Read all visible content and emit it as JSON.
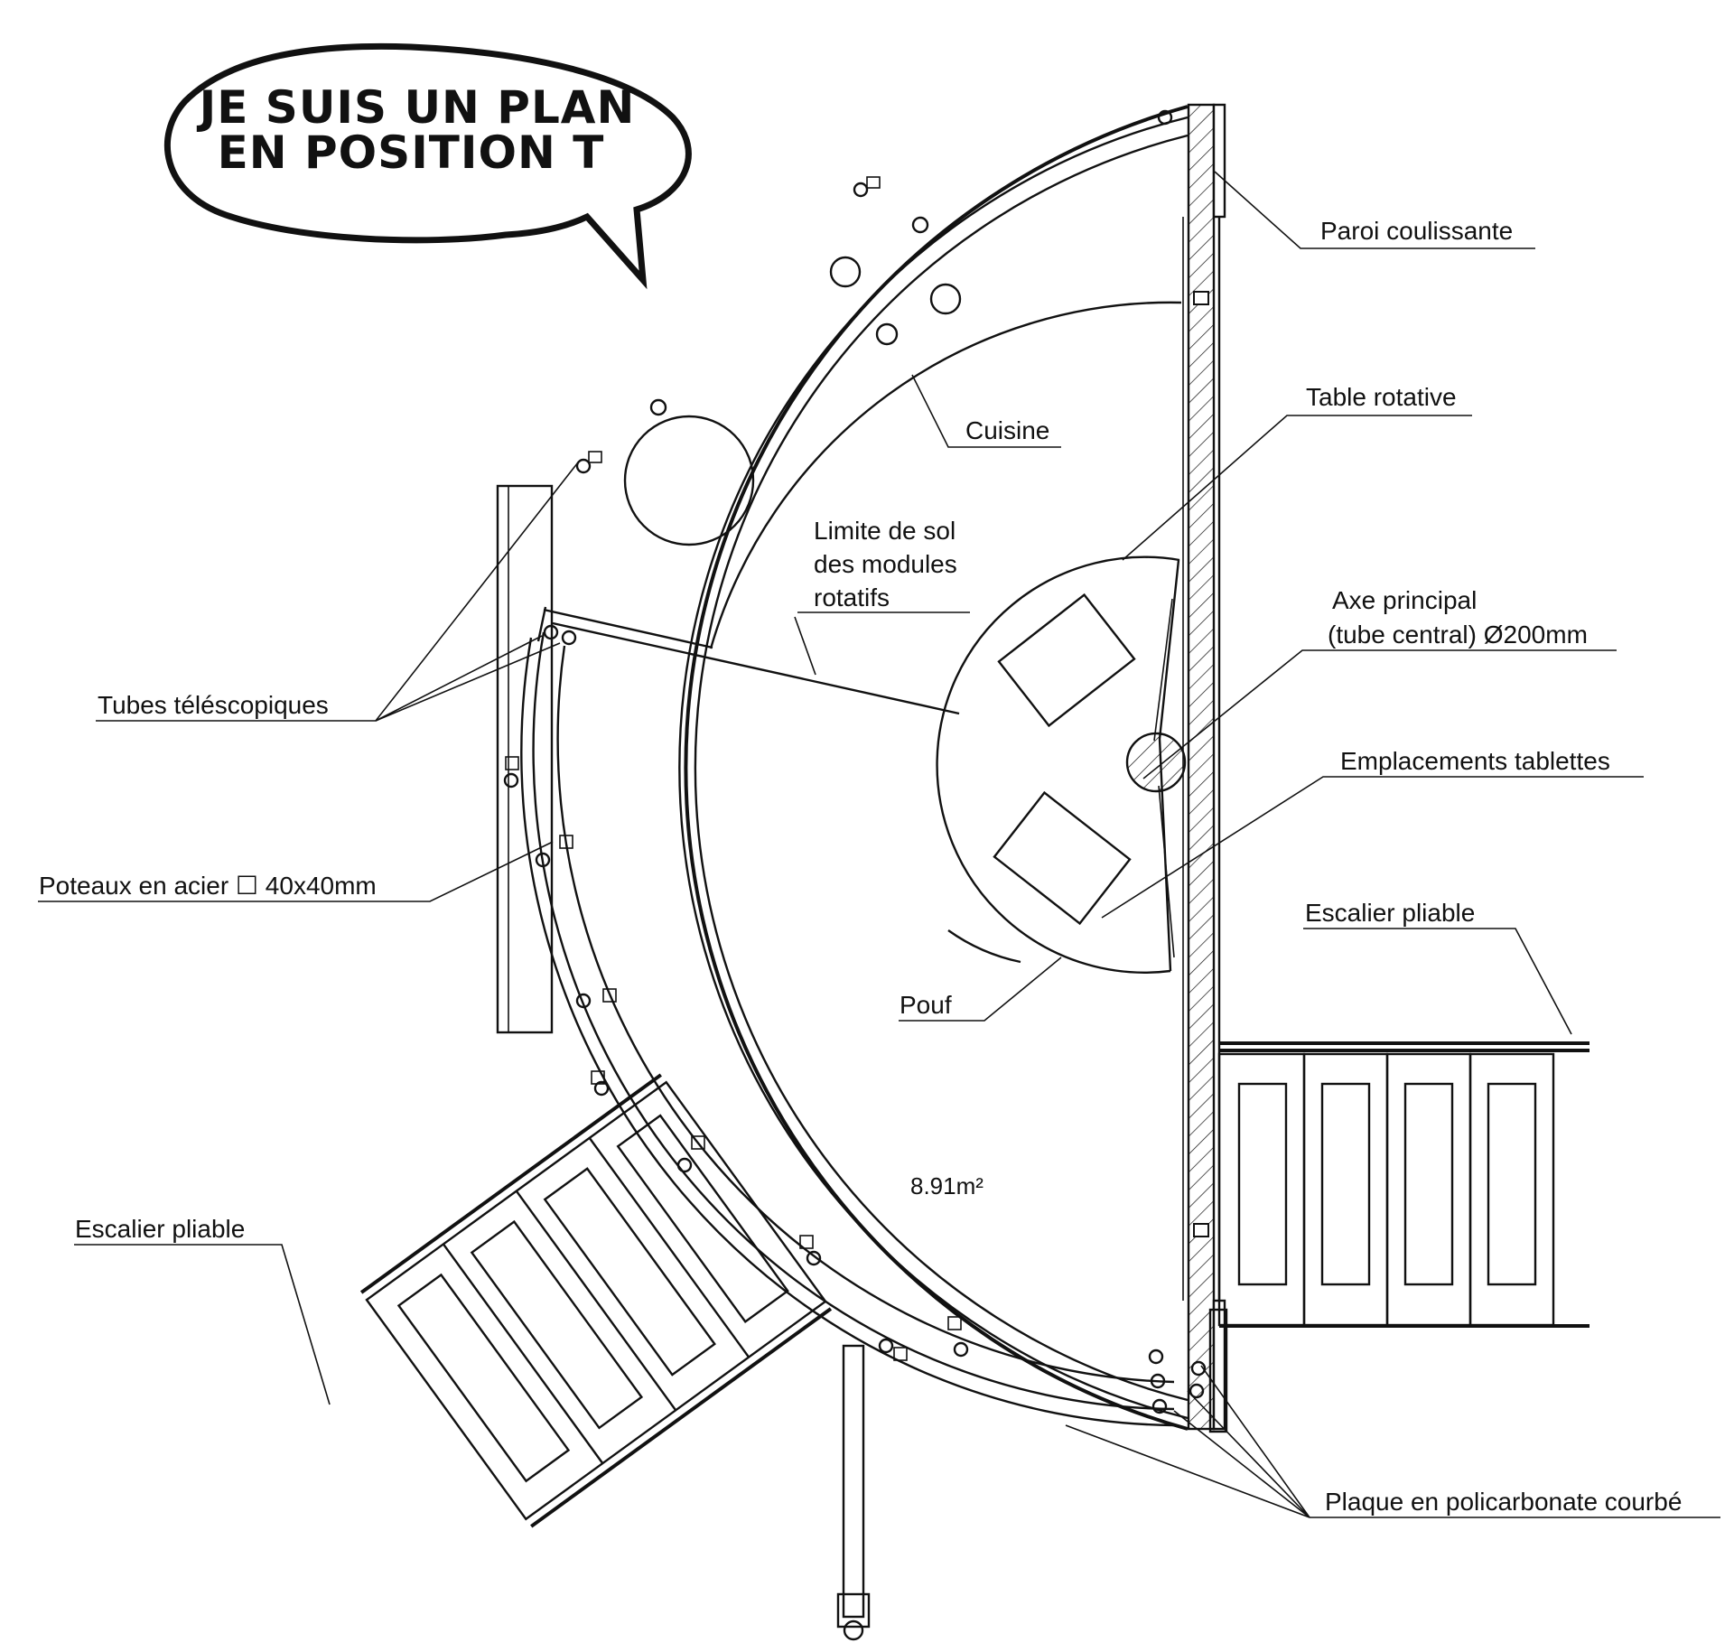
{
  "bubble": {
    "line1": "JE SUIS UN PLAN",
    "line2": "EN POSITION T"
  },
  "labels": {
    "paroi": "Paroi coulissante",
    "table": "Table rotative",
    "cuisine": "Cuisine",
    "limite1": "Limite de sol",
    "limite2": "des modules",
    "limite3": "rotatifs",
    "axe1": "Axe principal",
    "axe2": "(tube central) Ø200mm",
    "emplacements": "Emplacements tablettes",
    "escalier_right": "Escalier pliable",
    "tubes": "Tubes téléscopiques",
    "poteaux": "Poteaux en acier ☐ 40x40mm",
    "pouf": "Pouf",
    "area": "8.91m²",
    "escalier_left": "Escalier pliable",
    "plaque": "Plaque en policarbonate courbé"
  },
  "colors": {
    "ink": "#111111",
    "paper": "#ffffff"
  }
}
